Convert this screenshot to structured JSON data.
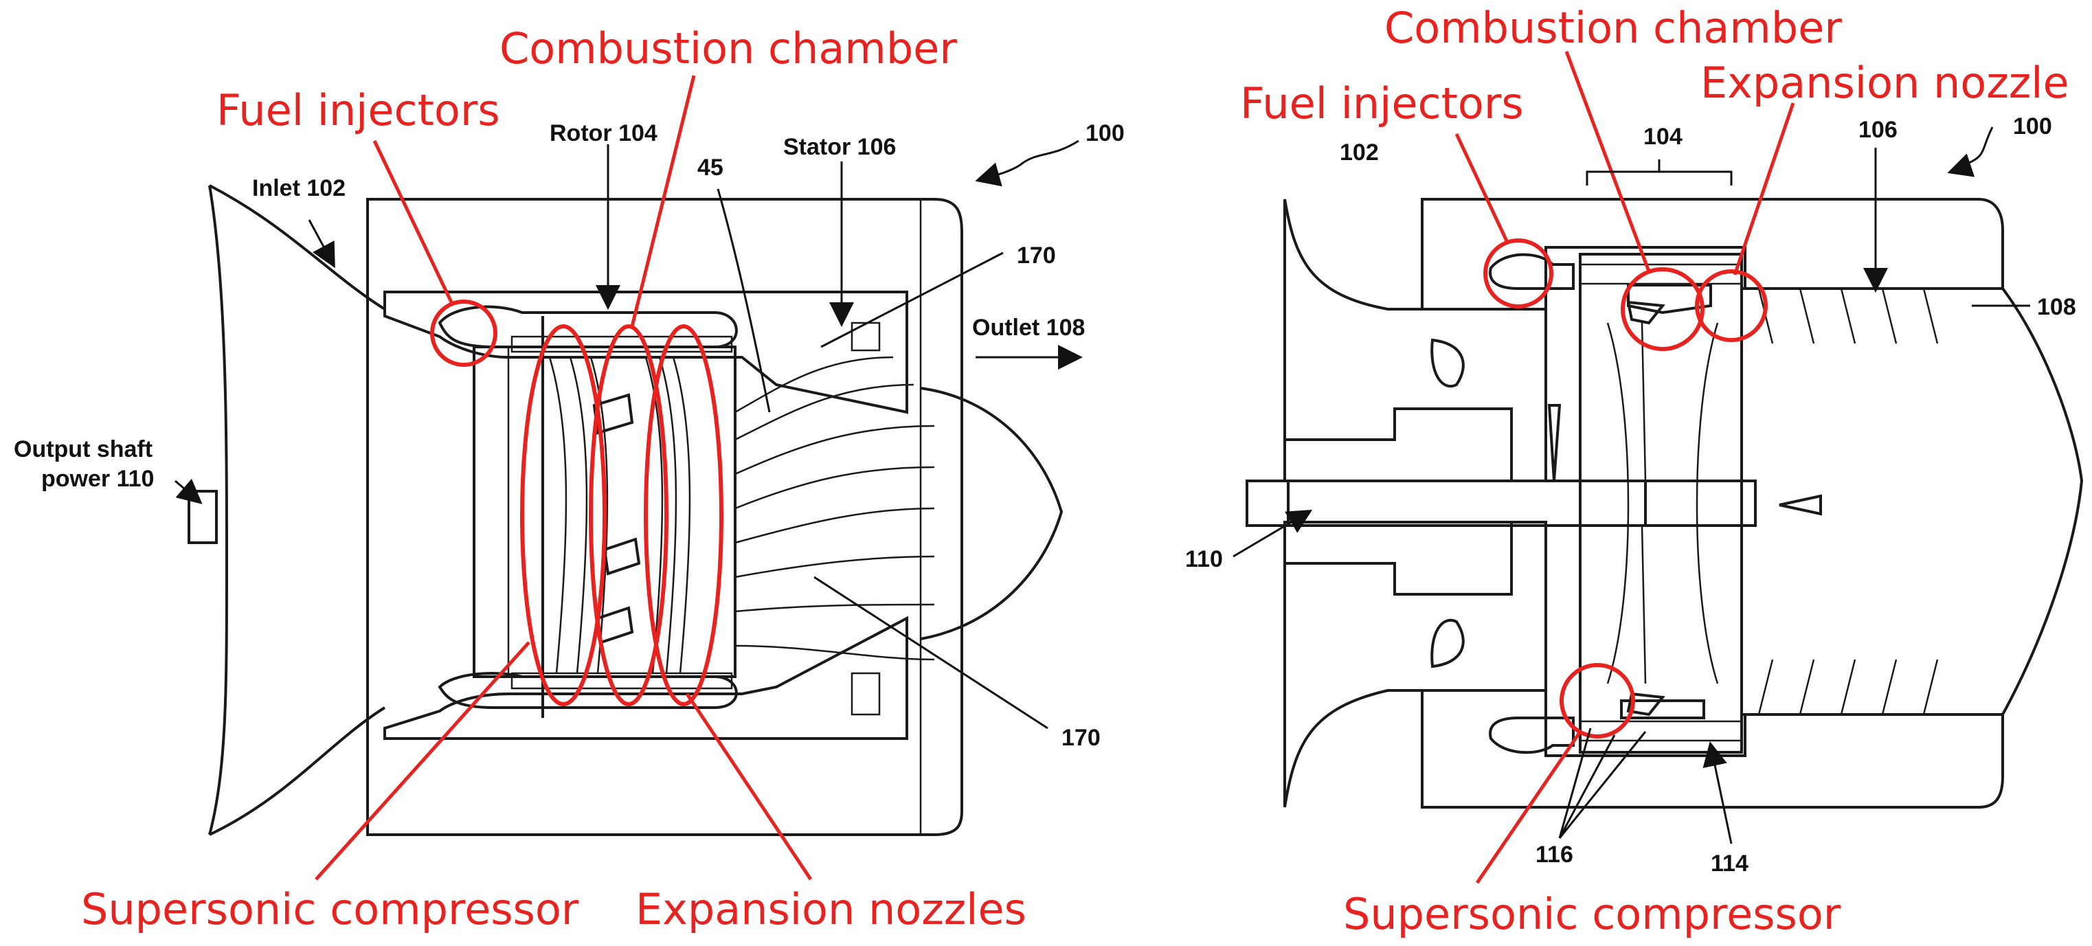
{
  "colors": {
    "annotation": "#e8231f",
    "drawing": "#1a1a1a",
    "background": "#ffffff"
  },
  "left": {
    "annotations": {
      "fuel_injectors": "Fuel injectors",
      "combustion_chamber": "Combustion chamber",
      "supersonic_compressor": "Supersonic compressor",
      "expansion_nozzles": "Expansion nozzles"
    },
    "callouts": {
      "inlet": "Inlet 102",
      "rotor": "Rotor 104",
      "ref_45": "45",
      "stator": "Stator 106",
      "ref_100": "100",
      "ref_170_top": "170",
      "outlet": "Outlet 108",
      "output_line1": "Output shaft",
      "output_line2": "power 110",
      "ref_170_bottom": "170"
    }
  },
  "right": {
    "annotations": {
      "combustion_chamber": "Combustion chamber",
      "fuel_injectors": "Fuel injectors",
      "expansion_nozzle": "Expansion nozzle",
      "supersonic_compressor": "Supersonic compressor"
    },
    "callouts": {
      "ref_102": "102",
      "ref_104": "104",
      "ref_106": "106",
      "ref_100": "100",
      "ref_108": "108",
      "ref_110": "110",
      "ref_116": "116",
      "ref_114": "114"
    }
  }
}
